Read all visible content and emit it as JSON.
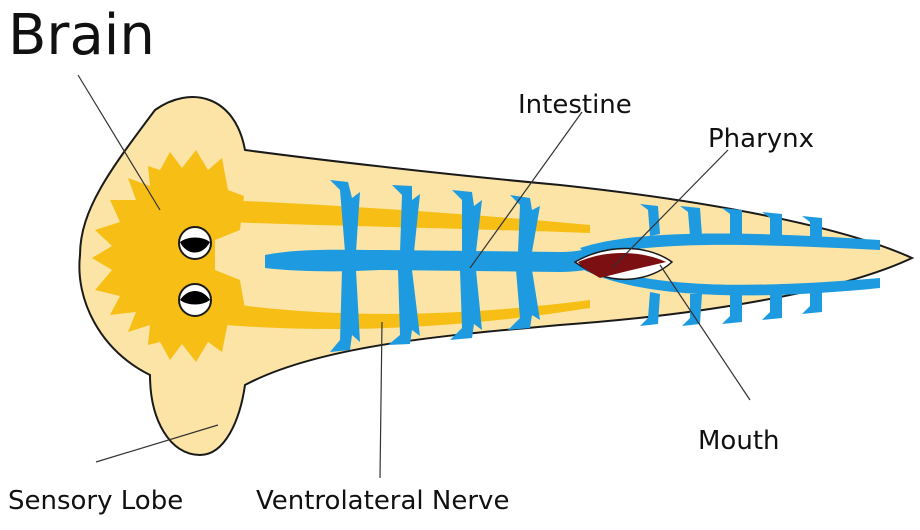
{
  "labels": {
    "brain": "Brain",
    "intestine": "Intestine",
    "pharynx": "Pharynx",
    "mouth": "Mouth",
    "sensory_lobe": "Sensory Lobe",
    "ventrolateral_nerve": "Ventrolateral Nerve"
  },
  "colors": {
    "body": "#fbe4a6",
    "outline": "#1a1a1a",
    "nerve": "#f7bf16",
    "intestine": "#1e9be0",
    "pharynx": "#7c0f12",
    "eye": "#000000"
  }
}
